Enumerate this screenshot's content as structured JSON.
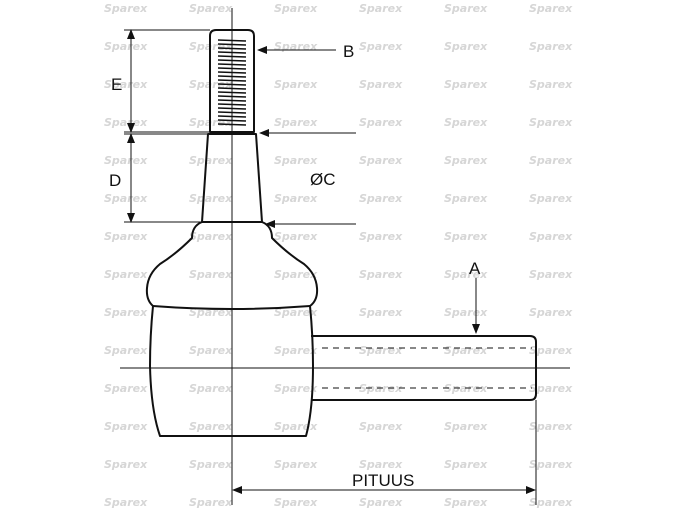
{
  "labels": {
    "a": "A",
    "b": "B",
    "c": "ØC",
    "d": "D",
    "e": "E",
    "length": "PITUUS"
  },
  "watermark": "Sparex",
  "colors": {
    "line": "#111111",
    "watermark": "#d6d6d6",
    "background": "#ffffff"
  }
}
